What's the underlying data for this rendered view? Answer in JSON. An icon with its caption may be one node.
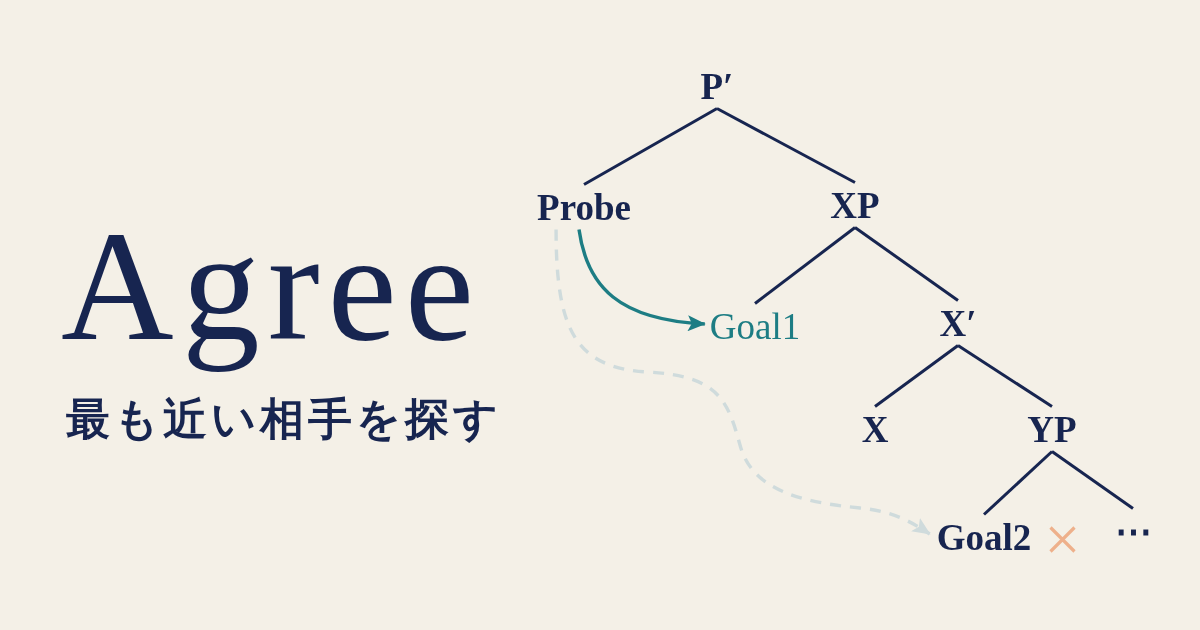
{
  "diagram": {
    "title": "Agree",
    "nodes": [
      {
        "text": [
          "P′"
        ]
      },
      {
        "text": [
          "Probe"
        ]
      },
      {
        "text": [
          "XP"
        ]
      },
      {
        "text": [
          "Goal1"
        ]
      },
      {
        "text": [
          "X′"
        ]
      },
      {
        "text": [
          "X"
        ]
      },
      {
        "text": [
          "YP"
        ]
      },
      {
        "text": [
          "Goal2"
        ]
      },
      {
        "text": [
          "⋯"
        ]
      }
    ],
    "edges": [
      {
        "from": 0,
        "to": 1,
        "arrow": "none"
      },
      {
        "from": 0,
        "to": 2,
        "arrow": "none"
      },
      {
        "from": 2,
        "to": 3,
        "arrow": "none"
      },
      {
        "from": 2,
        "to": 4,
        "arrow": "none"
      },
      {
        "from": 4,
        "to": 5,
        "arrow": "none"
      },
      {
        "from": 4,
        "to": 6,
        "arrow": "none"
      },
      {
        "from": 6,
        "to": 7,
        "arrow": "none"
      },
      {
        "from": 6,
        "to": 8,
        "arrow": "none"
      },
      {
        "from": 1,
        "to": 3,
        "arrow": "to",
        "color": "#1d7d84"
      },
      {
        "from": 1,
        "to": 7,
        "arrow": "to",
        "style": "dashed",
        "color": "#cfdbdc"
      }
    ],
    "labels": [
      "最も近い相手を探す"
    ]
  }
}
